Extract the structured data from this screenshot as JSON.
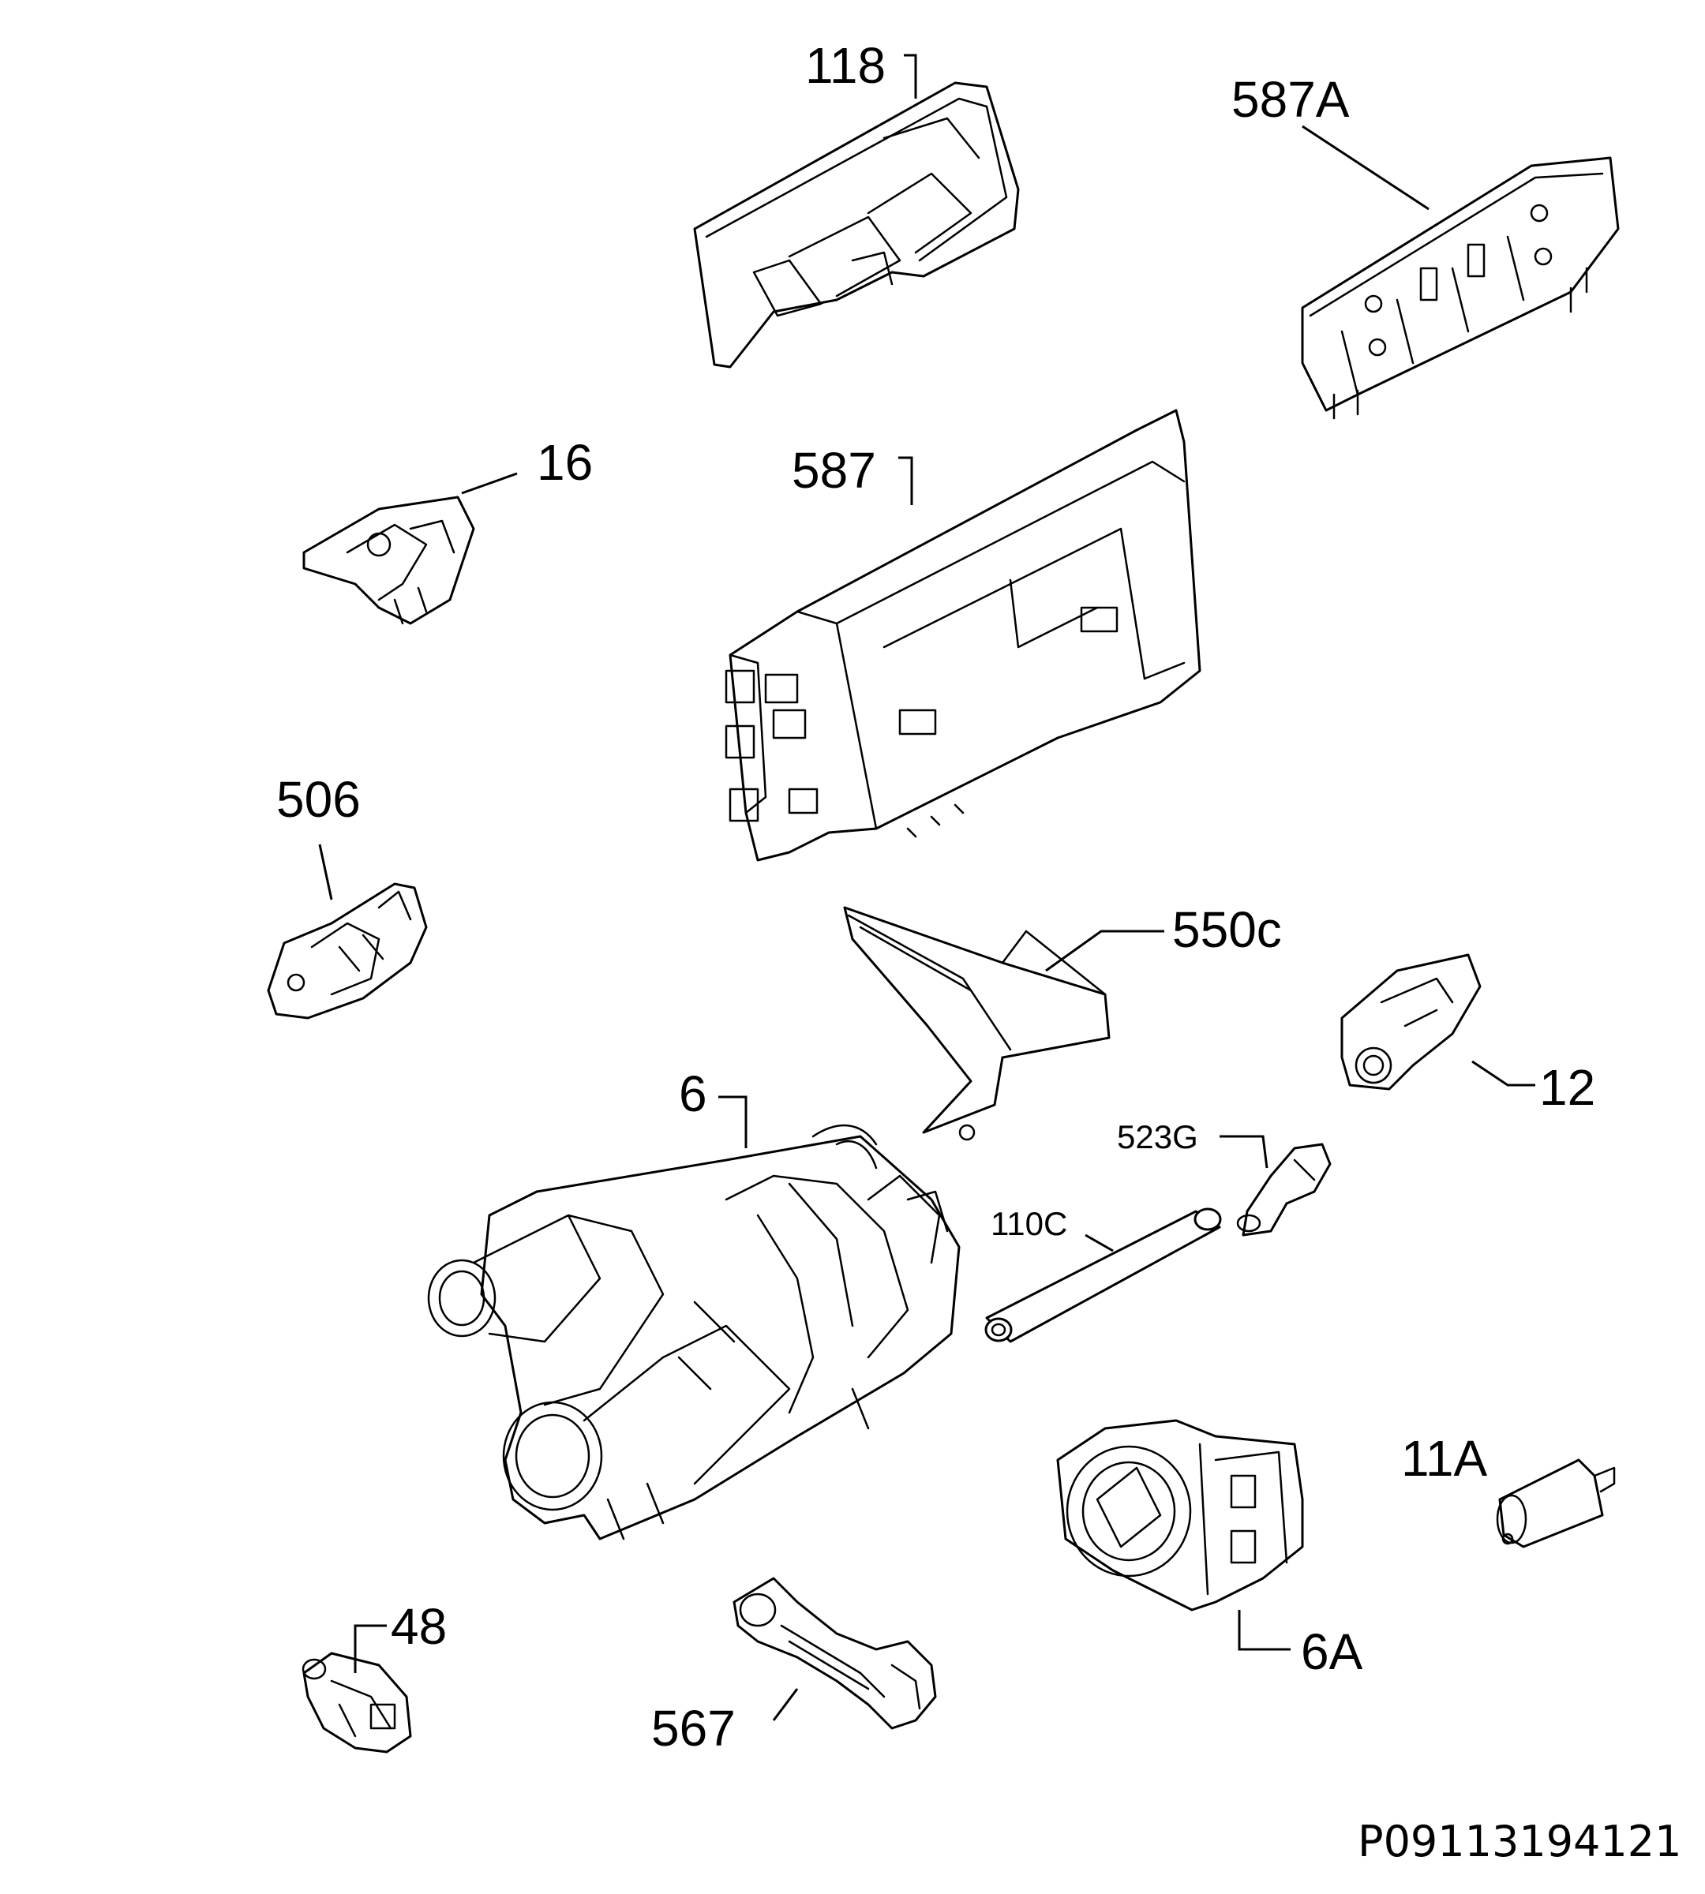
{
  "callouts": {
    "p118": "118",
    "p587a": "587A",
    "p16": "16",
    "p587": "587",
    "p506": "506",
    "p550c": "550c",
    "p12": "12",
    "p6": "6",
    "p523g": "523G",
    "p110c": "110C",
    "p11a": "11A",
    "p48": "48",
    "p567": "567",
    "p6a": "6A"
  },
  "reference_code": "P09113194121"
}
